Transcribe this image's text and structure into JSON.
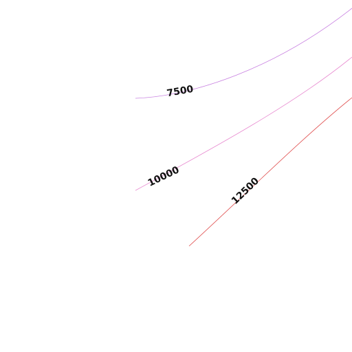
{
  "contours": [
    {
      "label": "7500",
      "color": "#c77ee0"
    },
    {
      "label": "10000",
      "color": "#e88ad0"
    },
    {
      "label": "12500",
      "color": "#e05050"
    }
  ]
}
